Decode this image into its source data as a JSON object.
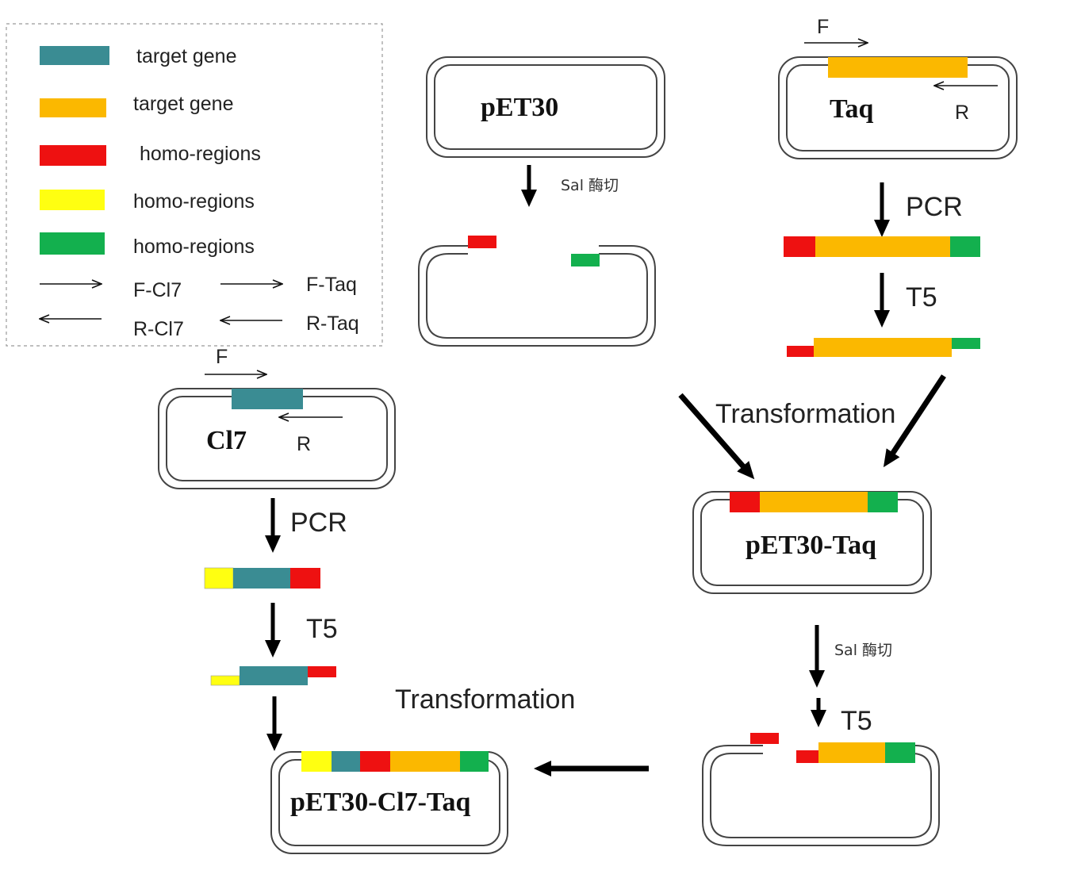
{
  "colors": {
    "teal": "#3a8c93",
    "orange": "#fbb800",
    "red": "#ee1111",
    "yellow": "#ffff11",
    "green": "#13b04e",
    "line": "#111111",
    "plasmid_outer": "#555555"
  },
  "legend": {
    "items": [
      {
        "color": "teal",
        "label": "target gene"
      },
      {
        "color": "orange",
        "label": "target gene"
      },
      {
        "color": "red",
        "label": "homo-regions"
      },
      {
        "color": "yellow",
        "label": "homo-regions"
      },
      {
        "color": "green",
        "label": "homo-regions"
      }
    ],
    "arrows": {
      "f_cl7": "F-Cl7",
      "f_taq": "F-Taq",
      "r_cl7": "R-Cl7",
      "r_taq": "R-Taq"
    }
  },
  "plasmids": {
    "pet30": "pET30",
    "taq": "Taq",
    "cl7": "Cl7",
    "pet30_taq": "pET30-Taq",
    "pet30_cl7_taq": "pET30-Cl7-Taq"
  },
  "primers": {
    "f": "F",
    "r": "R"
  },
  "steps": {
    "sal_digest": "Sal 酶切",
    "pcr": "PCR",
    "t5": "T5",
    "transformation": "Transformation"
  }
}
